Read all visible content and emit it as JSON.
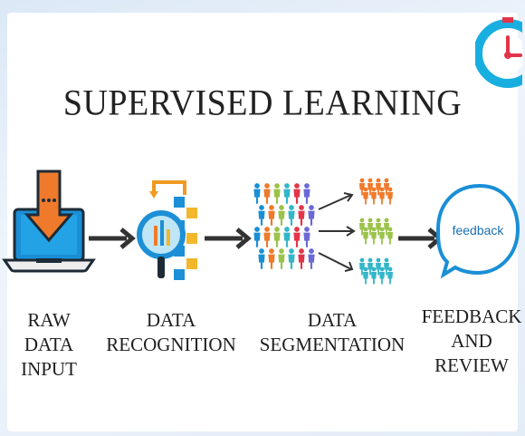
{
  "title": "SUPERVISED LEARNING",
  "logo_icon": "clock-logo-icon",
  "steps": [
    {
      "icon": "laptop-download-icon",
      "label": "RAW\nDATA\nINPUT"
    },
    {
      "icon": "magnifier-data-blocks-icon",
      "label": "DATA\nRECOGNITION"
    },
    {
      "icon": "people-crowd-icon",
      "label": "DATA\nSEGMENTATION"
    },
    {
      "icon": "speech-bubble-icon",
      "label": "FEEDBACK\nAND\nREVIEW",
      "bubble_text": "feedback"
    }
  ],
  "colors": {
    "accent_blue": "#1a8fd6",
    "accent_orange": "#ef7a2b",
    "accent_green": "#9bc34a",
    "accent_teal": "#34b6c9",
    "arrow_dark": "#333333"
  }
}
